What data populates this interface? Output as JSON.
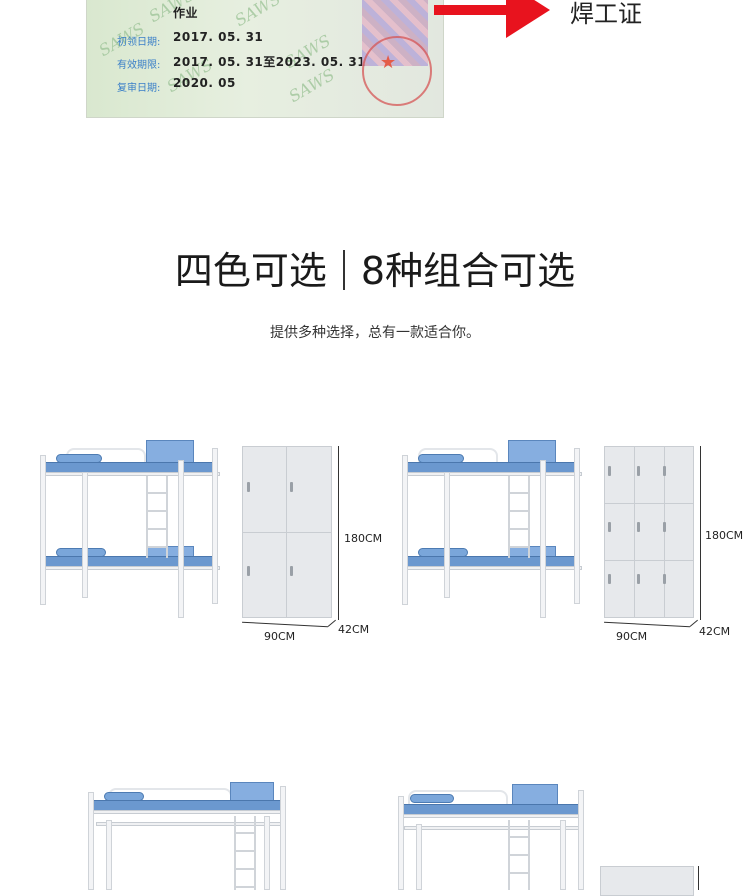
{
  "certificate": {
    "row0_value": "作业",
    "rows": [
      {
        "label": "初领日期:",
        "value": "2017. 05. 31"
      },
      {
        "label": "有效期限:",
        "value": "2017. 05. 31至2023. 05. 31"
      },
      {
        "label": "复审日期:",
        "value": "2020. 05"
      }
    ],
    "watermark": "SAWS"
  },
  "callout": {
    "text": "焊工证",
    "color": "#e8131e"
  },
  "headline": {
    "left": "四色可选",
    "right": "8种组合可选"
  },
  "subline": "提供多种选择，总有一款适合你。",
  "products": [
    {
      "wardrobe_doors": 4,
      "height": "180CM",
      "width": "90CM",
      "depth": "42CM"
    },
    {
      "wardrobe_doors": 9,
      "height": "180CM",
      "width": "90CM",
      "depth": "42CM"
    }
  ],
  "colors": {
    "mattress": "#6b98cf",
    "frame": "#f3f4f6",
    "cabinet": "#e7e9ec"
  }
}
